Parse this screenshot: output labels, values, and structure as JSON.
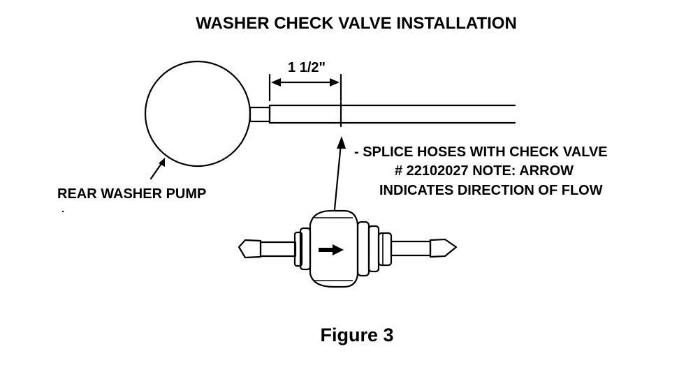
{
  "title": "WASHER CHECK VALVE INSTALLATION",
  "dimension_label": "1 1/2\"",
  "pump_label": "REAR WASHER PUMP",
  "note_lines": [
    "- SPLICE HOSES WITH CHECK VALVE",
    "# 22102027    NOTE: ARROW",
    "INDICATES DIRECTION OF FLOW"
  ],
  "figure_caption": "Figure 3"
}
